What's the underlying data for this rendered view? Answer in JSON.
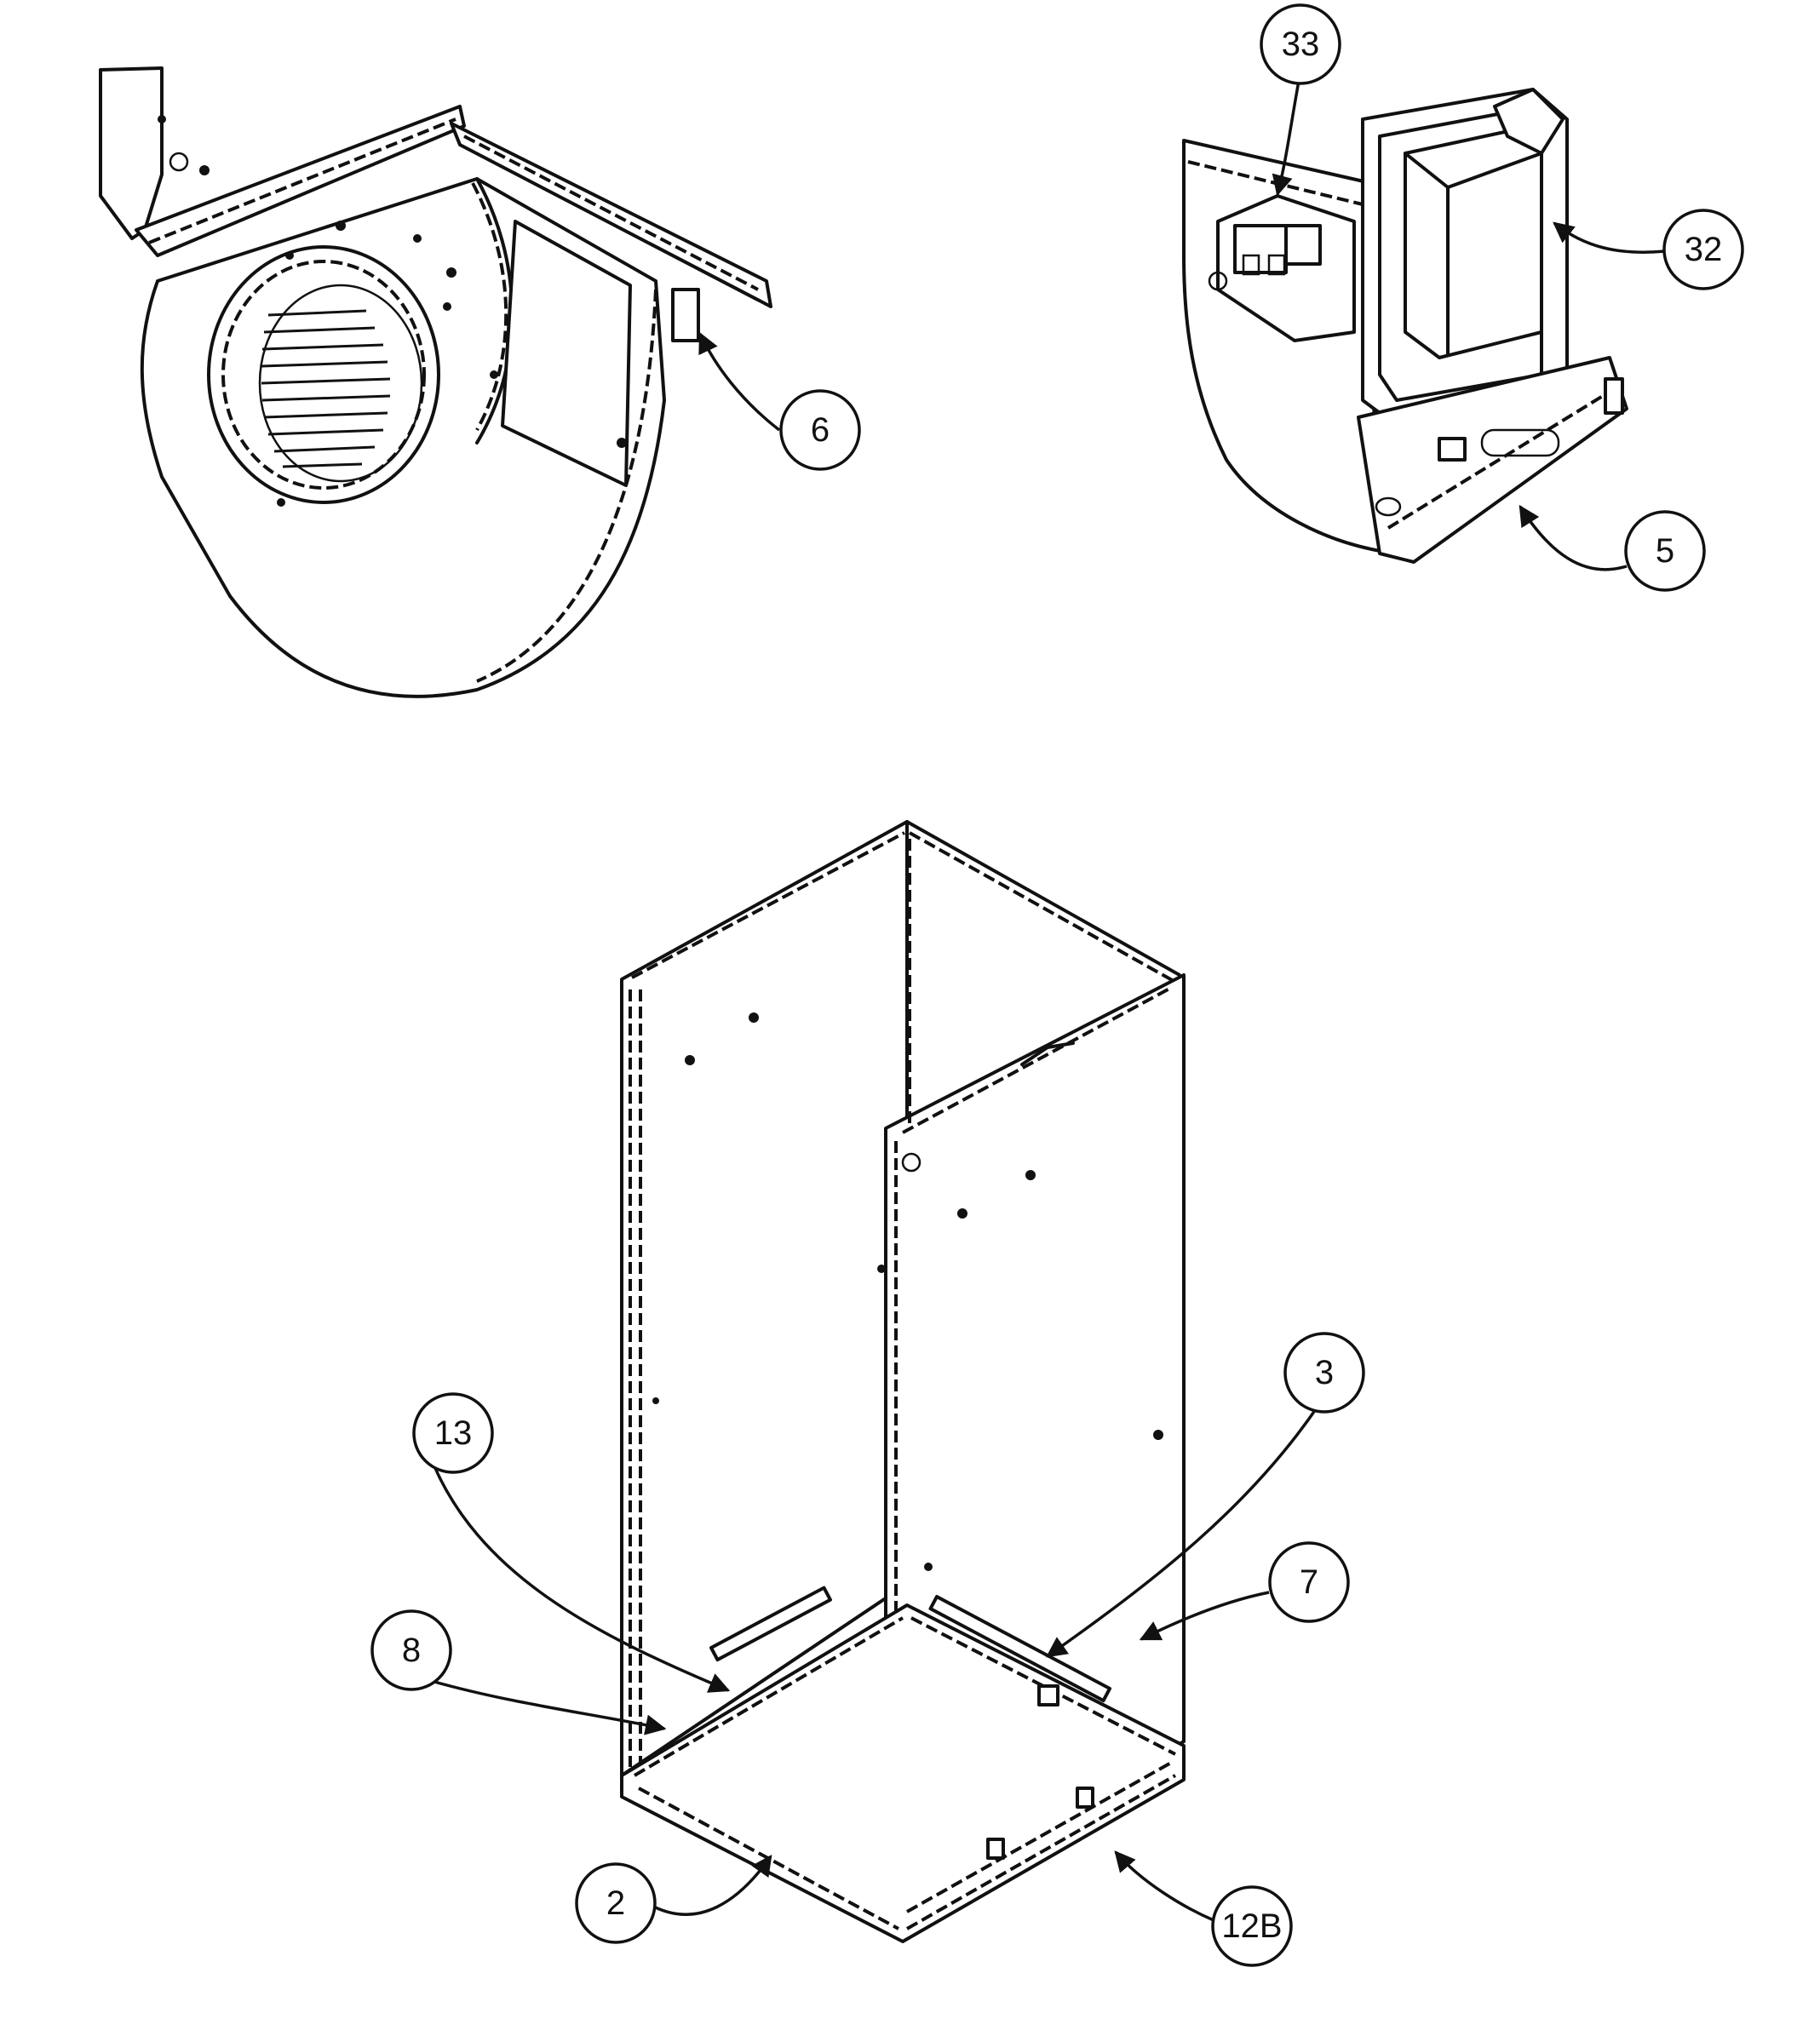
{
  "callouts": {
    "c6": "6",
    "c33": "33",
    "c32": "32",
    "c5": "5",
    "c3": "3",
    "c13": "13",
    "c7": "7",
    "c8": "8",
    "c2": "2",
    "c12b": "12B"
  }
}
